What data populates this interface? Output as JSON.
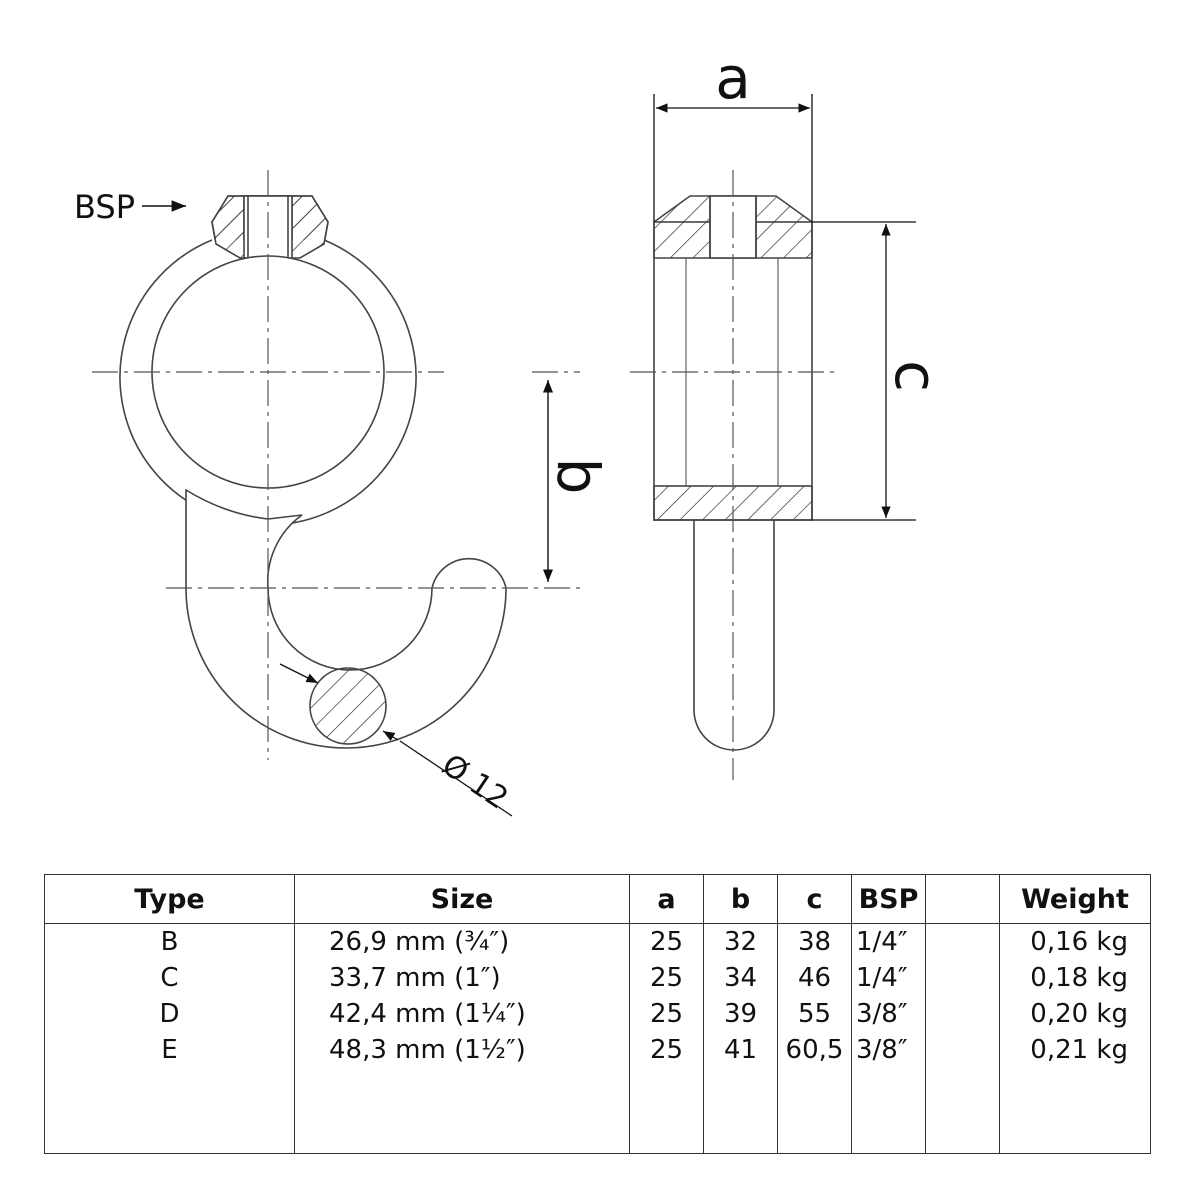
{
  "diagram": {
    "label_a": "a",
    "label_b": "b",
    "label_c": "c",
    "label_bsp": "BSP",
    "label_diameter": "Ø 12"
  },
  "table": {
    "headers": [
      "Type",
      "Size",
      "a",
      "b",
      "c",
      "BSP",
      "",
      "Weight"
    ],
    "rows": [
      {
        "type": "B",
        "size": "26,9 mm (¾″)",
        "a": "25",
        "b": "32",
        "c": "38",
        "bsp": "1/4″",
        "weight": "0,16 kg"
      },
      {
        "type": "C",
        "size": "33,7 mm (1″)",
        "a": "25",
        "b": "34",
        "c": "46",
        "bsp": "1/4″",
        "weight": "0,18 kg"
      },
      {
        "type": "D",
        "size": "42,4 mm (1¼″)",
        "a": "25",
        "b": "39",
        "c": "55",
        "bsp": "3/8″",
        "weight": "0,20 kg"
      },
      {
        "type": "E",
        "size": "48,3 mm (1½″)",
        "a": "25",
        "b": "41",
        "c": "60,5",
        "bsp": "3/8″",
        "weight": "0,21 kg"
      }
    ]
  }
}
